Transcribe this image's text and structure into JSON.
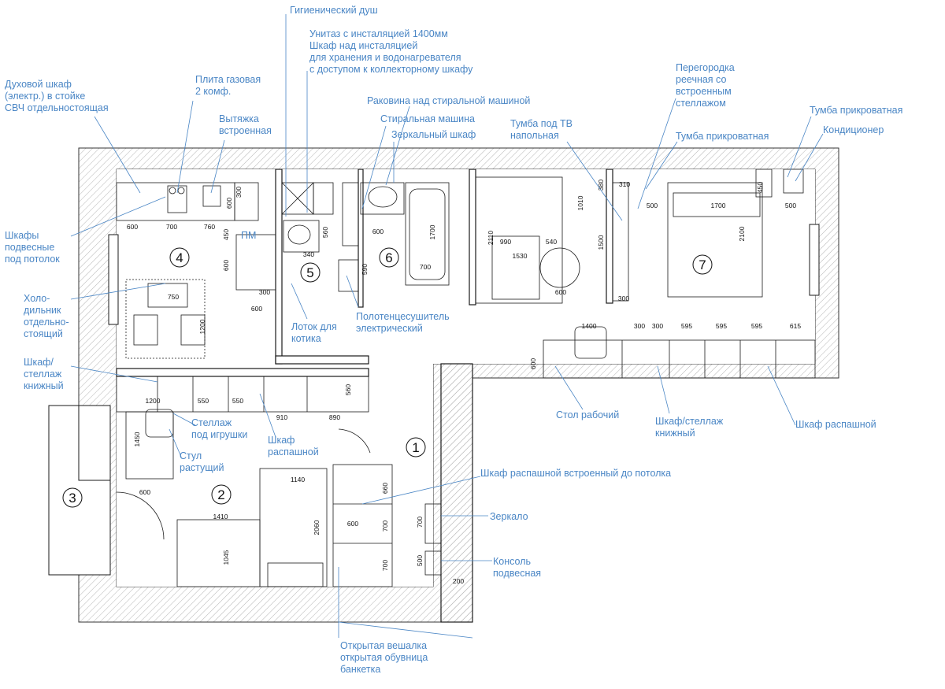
{
  "annotations": {
    "hygienic_shower": "Гигиенический душ",
    "toilet_cabinet": "Унитаз с инсталяцией 1400мм\nШкаф над инсталяцией\nдля хранения и водонагревателя\nс доступом к коллекторному шкафу",
    "oven": "Духовой шкаф\n(электр.) в стойке\nСВЧ отдельностоящая",
    "gas_hob": "Плита газовая\n2 комф.",
    "hood": "Вытяжка\nвстроенная",
    "sink_over_washer": "Раковина над стиральной машиной",
    "washing_machine": "Стиральная машина",
    "mirror_cabinet": "Зеркальный шкаф",
    "tv_stand": "Тумба под ТВ\nнапольная",
    "partition": "Перегородка\nреечная со\nвстроенным\nстеллажом",
    "bedside_1": "Тумба прикроватная",
    "bedside_2": "Тумба прикроватная",
    "conditioner": "Кондиционер",
    "wall_cabinets": "Шкафы\nподвесные\nпод потолок",
    "fridge": "Холо-\nдильник\nотдельно-\nстоящий",
    "bookshelf_left": "Шкаф/\nстеллаж\nкнижный",
    "towel_dryer": "Полотенцесушитель\nэлектрический",
    "cat_tray": "Лоток для\nкотика",
    "toy_shelf": "Стеллаж\nпод игрушки",
    "growing_chair": "Стул\nрастущий",
    "swing_wardrobe_small": "Шкаф\nраспашной",
    "desk": "Стол рабочий",
    "bookshelf_right": "Шкаф/стеллаж\nкнижный",
    "swing_wardrobe": "Шкаф распашной",
    "builtin_wardrobe": "Шкаф распашной встроенный до потолка",
    "mirror": "Зеркало",
    "console": "Консоль\nподвесная",
    "hanger_shoe": "Открытая вешалка\nоткрытая обувница\nбанкетка",
    "pm_label": "ПМ"
  },
  "rooms": [
    "1",
    "2",
    "3",
    "4",
    "5",
    "6",
    "7"
  ],
  "dimensions": [
    "600",
    "700",
    "760",
    "300",
    "600",
    "450",
    "600",
    "300",
    "600",
    "750",
    "1200",
    "560",
    "340",
    "590",
    "600",
    "1700",
    "700",
    "2110",
    "990",
    "540",
    "1530",
    "600",
    "1010",
    "1500",
    "300",
    "380",
    "310",
    "500",
    "1700",
    "500",
    "2100",
    "450",
    "1400",
    "300",
    "300",
    "595",
    "595",
    "595",
    "615",
    "600",
    "1200",
    "550",
    "550",
    "560",
    "910",
    "890",
    "1450",
    "600",
    "1410",
    "1045",
    "1140",
    "2060",
    "600",
    "660",
    "700",
    "700",
    "700",
    "500",
    "200"
  ],
  "colors": {
    "annotation": "#4a86c5",
    "wall_hatch": "#9a9a9a",
    "line": "#1a1a1a"
  }
}
